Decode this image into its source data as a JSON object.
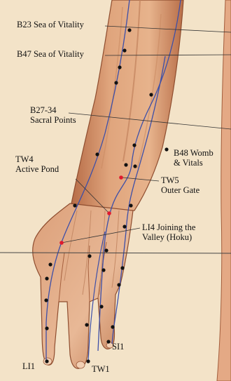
{
  "colors": {
    "background": "#f3e3c8",
    "skin_light": "#ecbf9c",
    "skin_mid": "#d99c74",
    "skin_dark": "#b56a45",
    "meridian": "#3d4fa8",
    "point": "#111111",
    "point_highlight": "#e0192e",
    "leader_line": "#333333"
  },
  "labels": {
    "b23": "B23 Sea of Vitality",
    "b47": "B47 Sea of Vitality",
    "b27_line1": "B27-34",
    "b27_line2": "Sacral Points",
    "b48_line1": "B48 Womb",
    "b48_line2": "& Vitals",
    "tw4_line1": "TW4",
    "tw4_line2": "Active Pond",
    "tw5_line1": "TW5",
    "tw5_line2": "Outer Gate",
    "li4_line1": "LI4 Joining the",
    "li4_line2": "Valley (Hoku)",
    "si1": "SI1",
    "li1": "LI1",
    "tw1": "TW1"
  },
  "icons": {
    "points": "acupressure-point-dot",
    "meridians": "meridian-line"
  }
}
